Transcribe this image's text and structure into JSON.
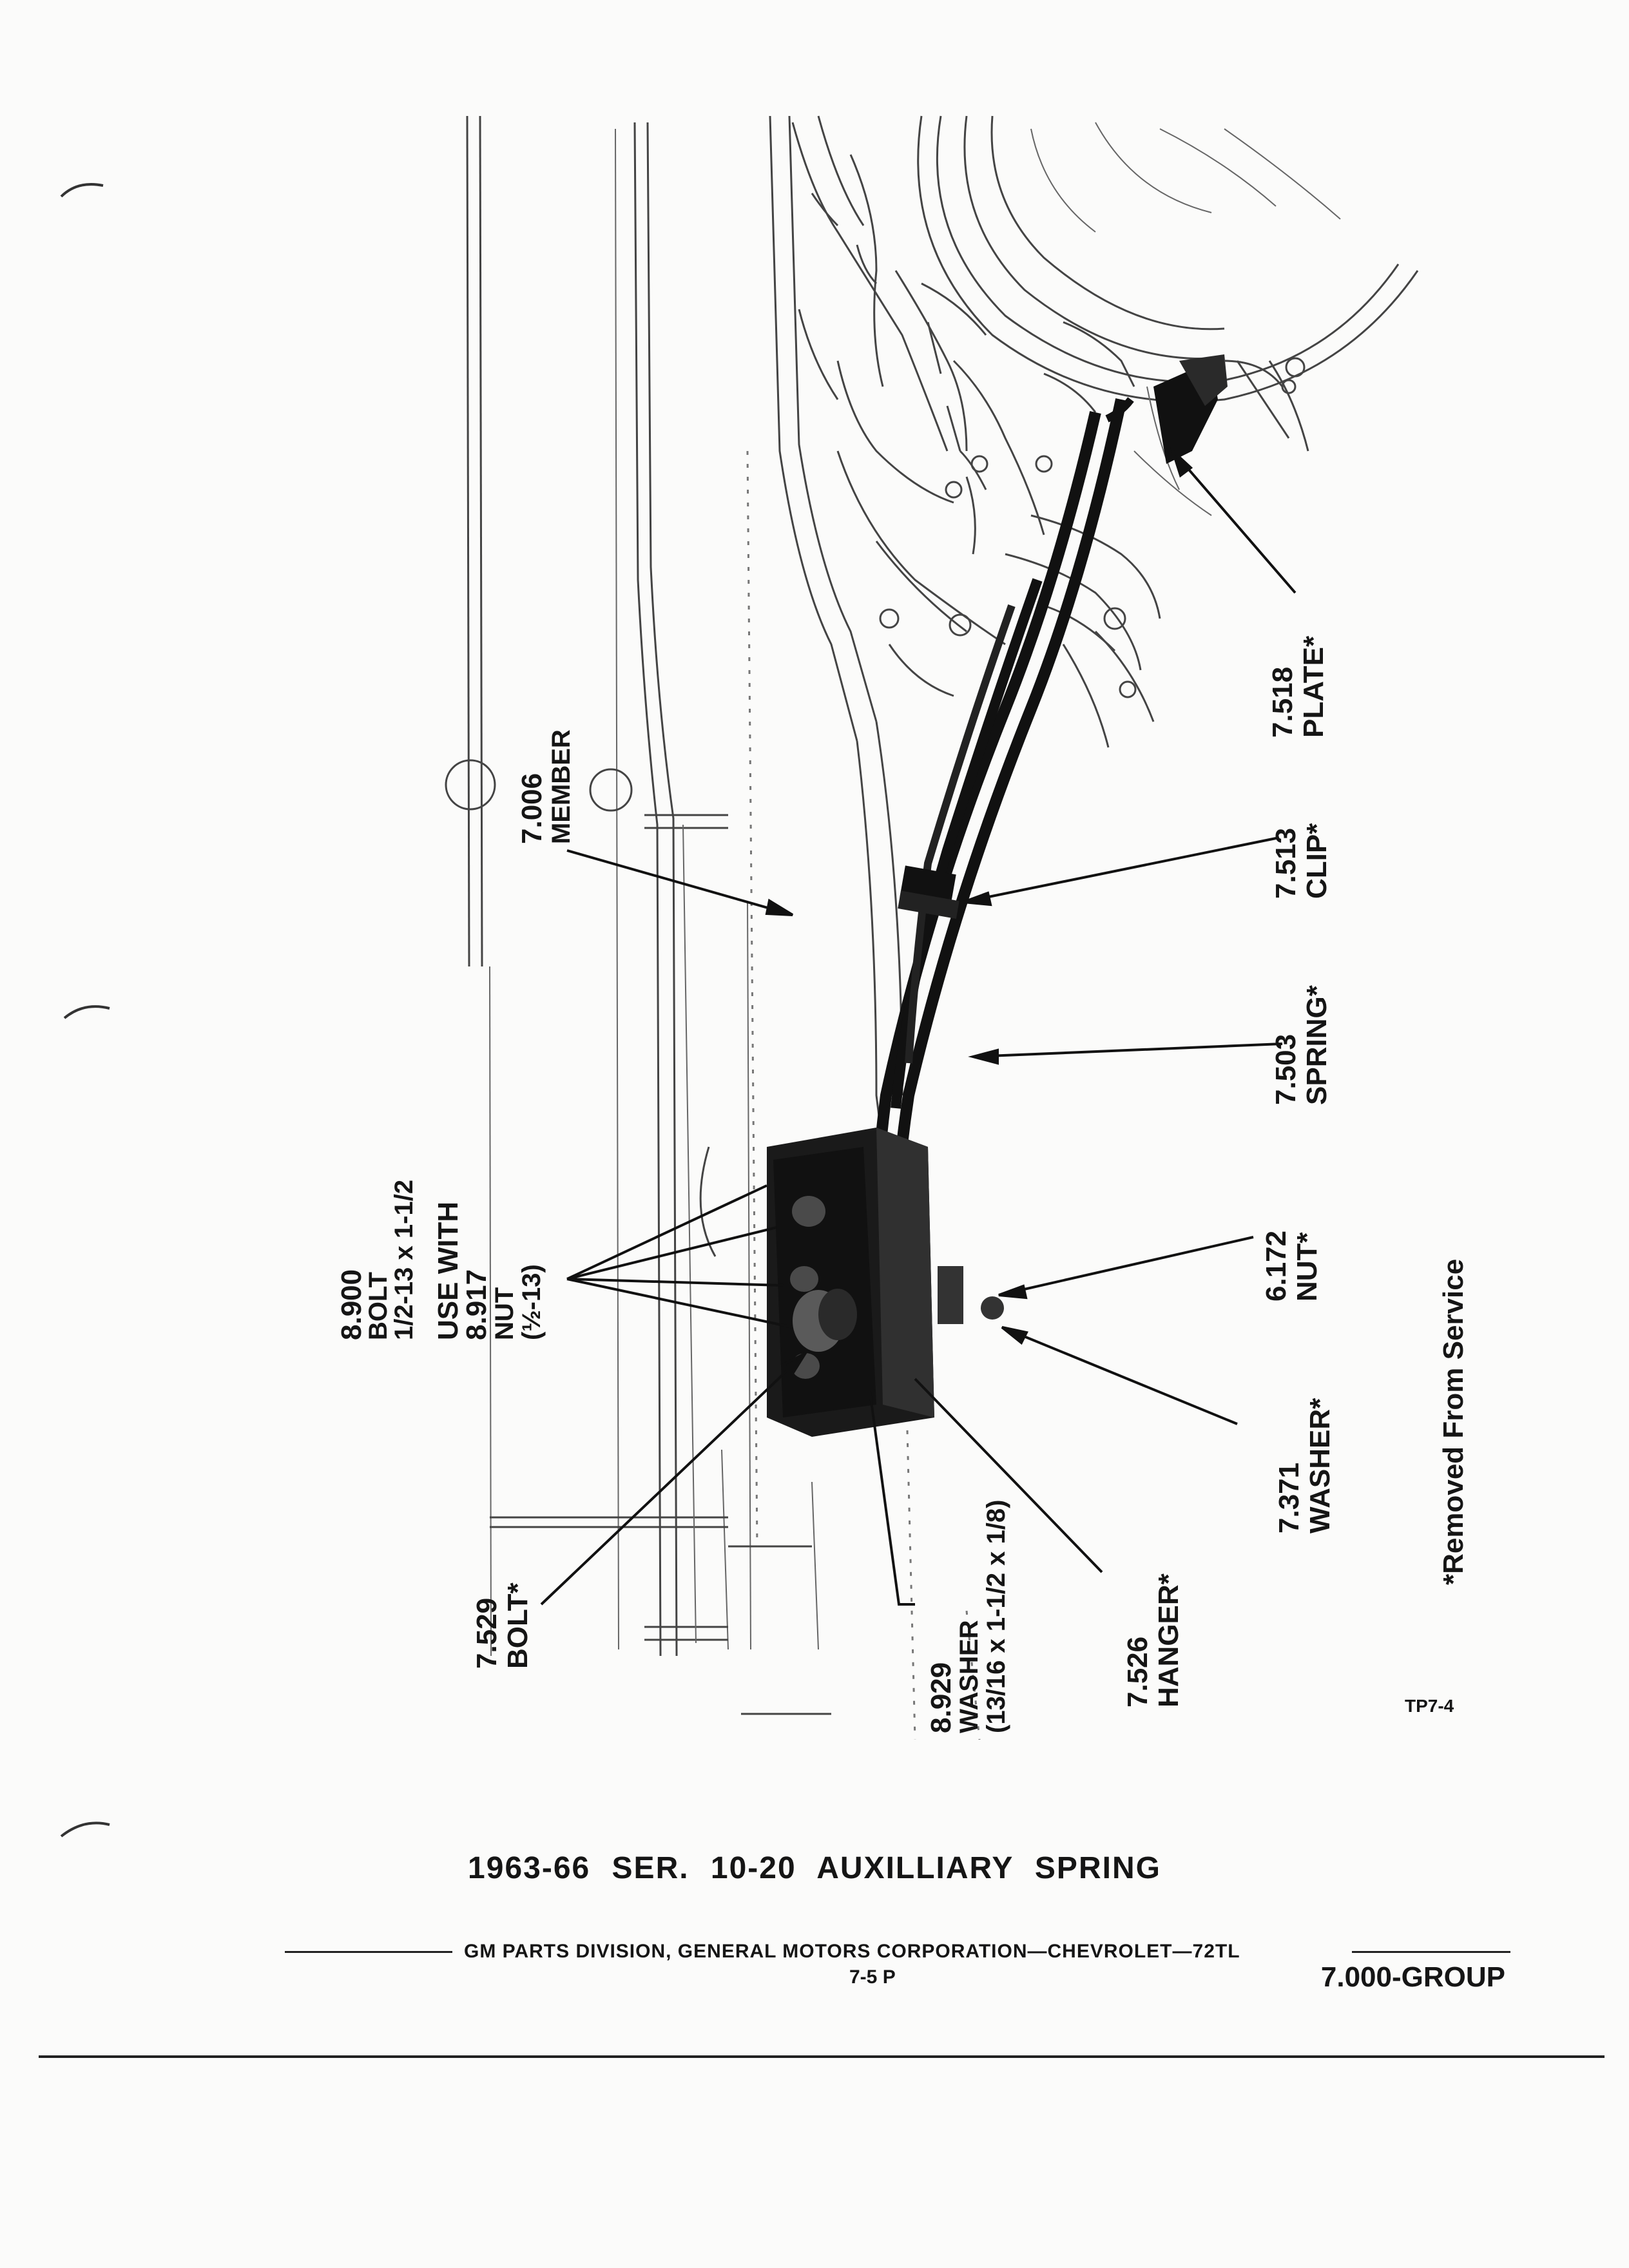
{
  "callouts": {
    "member": {
      "number": "7.006",
      "name": "MEMBER"
    },
    "plate": {
      "number": "7.518",
      "name": "PLATE*"
    },
    "clip": {
      "number": "7.513",
      "name": "CLIP*"
    },
    "spring": {
      "number": "7.503",
      "name": "SPRING*"
    },
    "nut": {
      "number": "6.172",
      "name": "NUT*"
    },
    "washer": {
      "number": "7.371",
      "name": "WASHER*"
    },
    "bolt_assembly": {
      "number": "8.900",
      "name": "BOLT",
      "size": "1/2-13 x 1-1/2",
      "use_with": "USE WITH",
      "nut_number": "8.917",
      "nut_name": "NUT",
      "nut_size": "(½-13)"
    },
    "bolt": {
      "number": "7.529",
      "name": "BOLT*"
    },
    "washer_large": {
      "number": "8.929",
      "name": "WASHER",
      "size": "(13/16 x 1-1/2 x 1/8)"
    },
    "hanger": {
      "number": "7.526",
      "name": "HANGER*"
    }
  },
  "note": "*Removed From Service",
  "figure_code": "TP7-4",
  "caption": "1963-66 SER. 10-20 AUXILLIARY SPRING",
  "footer": {
    "division": "GM PARTS DIVISION, GENERAL MOTORS CORPORATION—CHEVROLET—72TL",
    "page": "7-5 P",
    "group": "7.000-GROUP"
  }
}
